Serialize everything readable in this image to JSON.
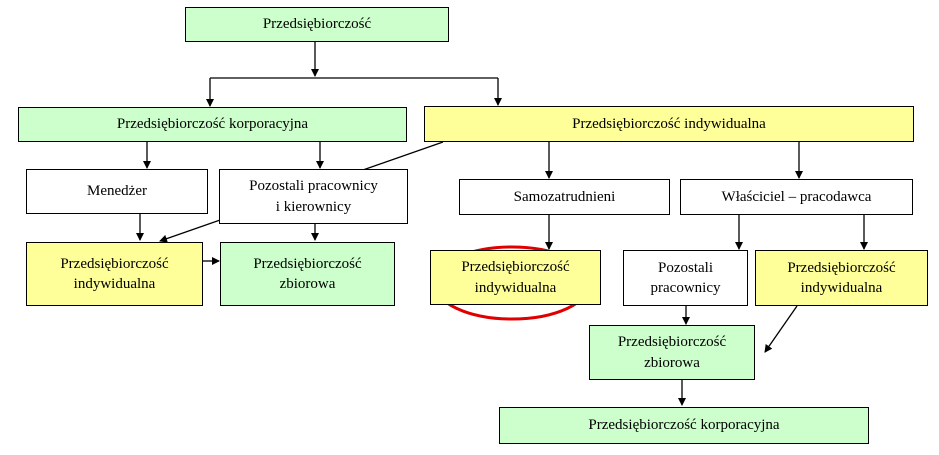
{
  "colors": {
    "green": "#ccffcc",
    "yellow": "#ffff99",
    "white": "#ffffff",
    "highlight": "#e00000"
  },
  "nodes": {
    "root": "Przedsiębiorczość",
    "corporate": "Przedsiębiorczość korporacyjna",
    "individual": "Przedsiębiorczość indywidualna",
    "manager": "Menedżer",
    "other_staff_managers": "Pozostali pracownicy\ni kierownicy",
    "self_employed": "Samozatrudnieni",
    "owner_employer": "Właściciel – pracodawca",
    "left_individual": "Przedsiębiorczość\nindywidualna",
    "left_collective": "Przedsiębiorczość\nzbiorowa",
    "mid_individual": "Przedsiębiorczość\nindywidualna",
    "other_staff": "Pozostali\npracownicy",
    "right_individual": "Przedsiębiorczość\nindywidualna",
    "bottom_collective": "Przedsiębiorczość\nzbiorowa",
    "bottom_corporate": "Przedsiębiorczość korporacyjna"
  }
}
